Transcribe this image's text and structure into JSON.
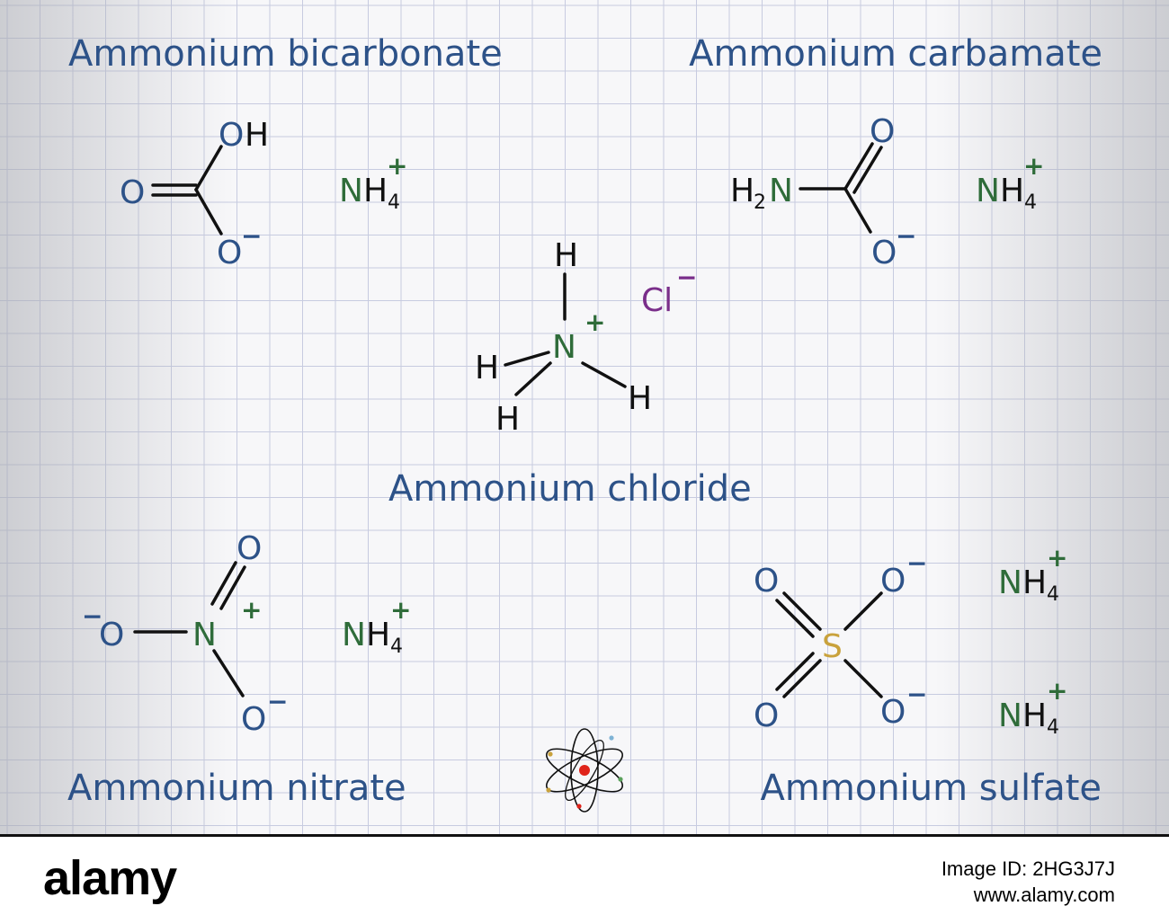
{
  "titles": {
    "bicarbonate": "Ammonium bicarbonate",
    "carbamate": "Ammonium carbamate",
    "chloride": "Ammonium chloride",
    "nitrate": "Ammonium nitrate",
    "sulfate": "Ammonium sulfate"
  },
  "atoms": {
    "o": "O",
    "oh": "OH",
    "nh": "NH",
    "h": "H",
    "n": "N",
    "cl": "Cl",
    "s": "S",
    "h2n_h": "H",
    "h2n_n": "N"
  },
  "subscripts": {
    "four": "4",
    "two": "2"
  },
  "charges": {
    "plus": "+",
    "minus": "−"
  },
  "colors": {
    "title": "#2d5288",
    "oxygen": "#2d5288",
    "nitrogen": "#2f6c3a",
    "hydrogen": "#111111",
    "chlorine": "#7a2e8a",
    "sulfur": "#c9a23c",
    "bond": "#111111",
    "grid": "#c7cbe0",
    "atom_nucleus": "#e0241b"
  },
  "icons": {
    "atom": "atom-icon"
  },
  "watermark": {
    "logo": "alamy",
    "image_id": "Image ID: 2HG3J7J",
    "url": "www.alamy.com"
  }
}
